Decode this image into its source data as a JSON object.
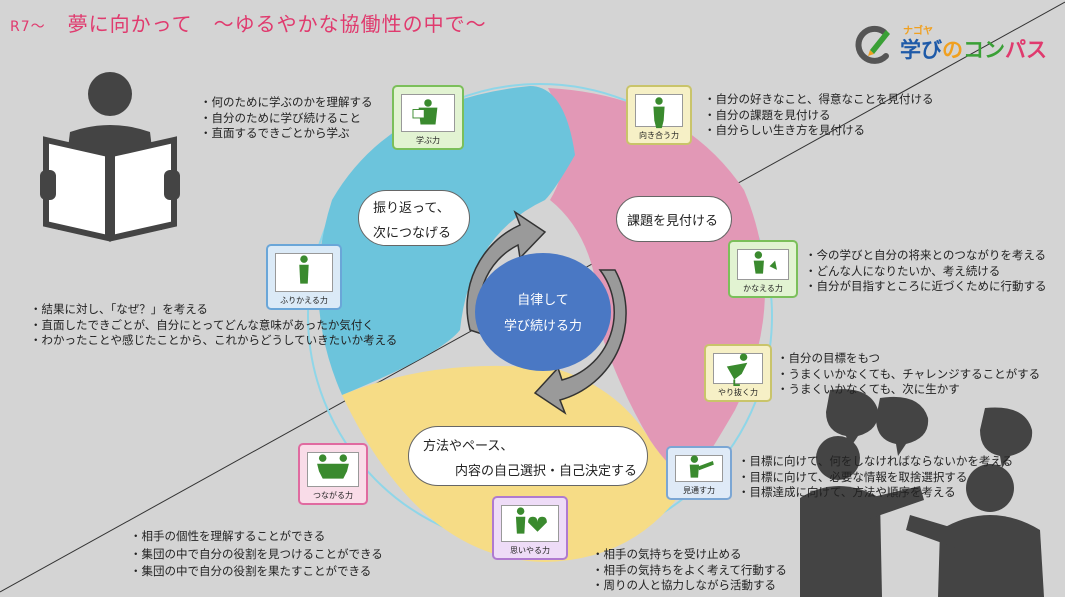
{
  "title": {
    "prefix": "R7～",
    "main": "夢に向かって　～ゆるやかな協働性の中で～"
  },
  "logo": {
    "small": "ナゴヤ",
    "part1": "学び",
    "part2": "の",
    "part3": "コン",
    "part4": "パス"
  },
  "center": {
    "line1": "自律して",
    "line2": "学び続ける力"
  },
  "bubbles": {
    "reflect": {
      "line1": "振り返って、",
      "line2": "次につなげる"
    },
    "find": "課題を見付ける",
    "method": {
      "line1": "方法やペース、",
      "line2": "内容の自己選択・自己決定する"
    }
  },
  "cards": {
    "manabu": "学ぶ力",
    "mukiau": "向き合う力",
    "kanaeru": "かなえる力",
    "yarinuku": "やり抜く力",
    "mitoosu": "見通す力",
    "omoiyaru": "思いやる力",
    "tsunagaru": "つながる力",
    "furikaeru": "ふりかえる力"
  },
  "bullets": {
    "manabu": [
      "・何のために学ぶのかを理解する",
      "・自分のために学び続けること",
      "・直面するできごとから学ぶ"
    ],
    "mukiau": [
      "・自分の好きなこと、得意なことを見付ける",
      "・自分の課題を見付ける",
      "・自分らしい生き方を見付ける"
    ],
    "kanaeru": [
      "・今の学びと自分の将来とのつながりを考える",
      "・どんな人になりたいか、考え続ける",
      "・自分が目指すところに近づくために行動する"
    ],
    "yarinuku": [
      "・自分の目標をもつ",
      "・うまくいかなくても、チャレンジすることがする",
      "・うまくいかなくても、次に生かす"
    ],
    "mitoosu": [
      "・目標に向けて、何をしなければならないかを考える",
      "・目標に向けて、必要な情報を取捨選択する",
      "・目標達成に向けて、方法や順序を考える"
    ],
    "omoiyaru": [
      "・相手の気持ちを受け止める",
      "・相手の気持ちをよく考えて行動する",
      "・周りの人と協力しながら活動する"
    ],
    "tsunagaru": [
      "・相手の個性を理解することができる",
      "・集団の中で自分の役割を見つけることができる",
      "・集団の中で自分の役割を果たすことができる"
    ],
    "furikaeru": [
      "・結果に対し、「なぜ？」を考える",
      "・直面したできごとが、自分にとってどんな意味があったか気付く",
      "・わかったことや感じたことから、これからどうしていきたいか考える"
    ]
  },
  "colors": {
    "blue": "#6cc4dc",
    "pink": "#e298b6",
    "yellow": "#f6dc86",
    "center": "#4a78c4",
    "title": "#e03a6e"
  },
  "icons": [
    "reading-person-icon",
    "conversation-people-icon",
    "compass-logo-icon",
    "cycle-arrows-icon"
  ]
}
